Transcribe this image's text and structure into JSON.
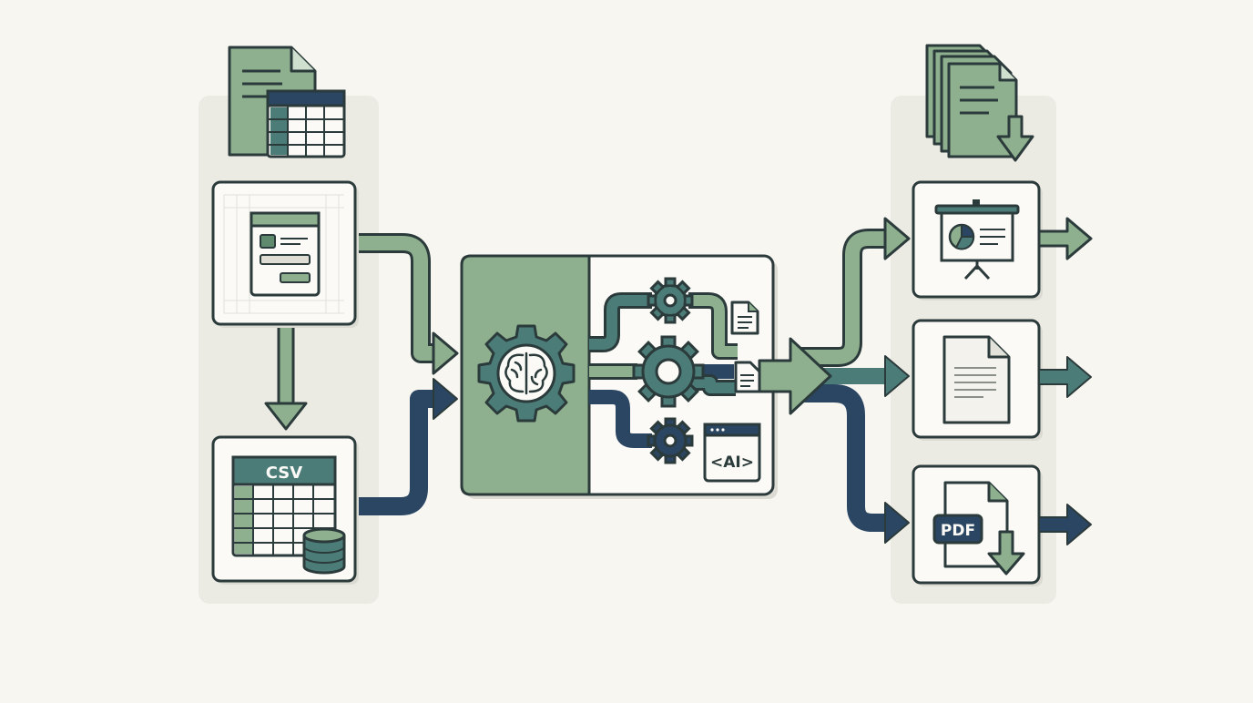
{
  "colors": {
    "background": "#f7f6f1",
    "panel": "#ebeae3",
    "outline": "#2b3a3a",
    "sage": "#8fb08f",
    "sage_dark": "#5f8a6e",
    "teal": "#4c7c78",
    "navy": "#2b4663",
    "card": "#fbfaf6",
    "shadow": "#dcdbd3"
  },
  "labels": {
    "csv": "CSV",
    "ai": "<AI>",
    "pdf": "PDF"
  },
  "icons": {
    "inputs": [
      "documents-spreadsheet-icon",
      "web-form-icon",
      "csv-database-icon"
    ],
    "engine": [
      "brain-gear-icon",
      "gear-icon",
      "document-icon",
      "ai-code-window-icon"
    ],
    "outputs": [
      "document-stack-download-icon",
      "presentation-icon",
      "text-document-icon",
      "pdf-download-icon"
    ]
  }
}
